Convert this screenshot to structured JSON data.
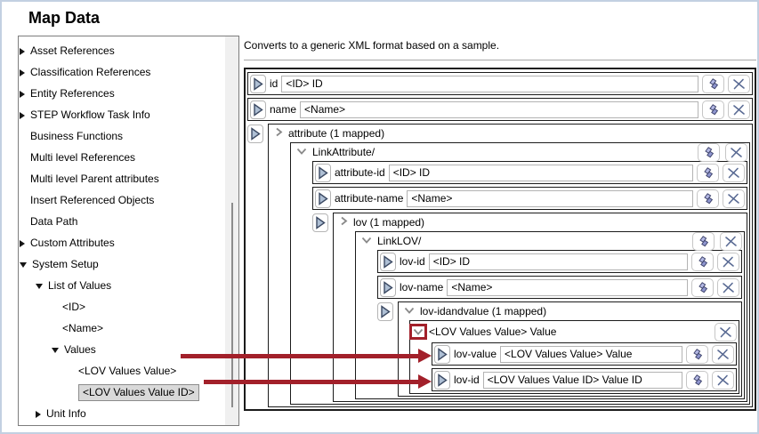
{
  "window": {
    "title": "Map Data"
  },
  "sidebar": {
    "items": [
      {
        "label": "Asset References",
        "state": "collapsed"
      },
      {
        "label": "Classification References",
        "state": "collapsed"
      },
      {
        "label": "Entity References",
        "state": "collapsed"
      },
      {
        "label": "STEP Workflow Task Info",
        "state": "collapsed"
      },
      {
        "label": "Business Functions",
        "state": "none"
      },
      {
        "label": "Multi level References",
        "state": "none"
      },
      {
        "label": "Multi level Parent attributes",
        "state": "none"
      },
      {
        "label": "Insert Referenced Objects",
        "state": "none"
      },
      {
        "label": "Data Path",
        "state": "none"
      },
      {
        "label": "Custom Attributes",
        "state": "collapsed"
      },
      {
        "label": "System Setup",
        "state": "expanded"
      },
      {
        "label": "List of Values",
        "state": "expanded"
      },
      {
        "label": "<ID>",
        "state": "none"
      },
      {
        "label": "<Name>",
        "state": "none"
      },
      {
        "label": "Values",
        "state": "expanded"
      },
      {
        "label": "<LOV Values Value>",
        "state": "none"
      },
      {
        "label": "<LOV Values Value ID>",
        "state": "none",
        "selected": true
      },
      {
        "label": "Unit Info",
        "state": "collapsed"
      }
    ]
  },
  "main": {
    "description": "Converts to a generic XML format based on a sample."
  },
  "map": {
    "rows": {
      "id": {
        "label": "id",
        "value": "<ID> ID"
      },
      "name": {
        "label": "name",
        "value": "<Name>"
      },
      "attribute_header": "attribute (1 mapped)",
      "linkattribute_header": "LinkAttribute/",
      "attribute_id": {
        "label": "attribute-id",
        "value": "<ID> ID"
      },
      "attribute_name": {
        "label": "attribute-name",
        "value": "<Name>"
      },
      "lov_header": "lov (1 mapped)",
      "linklov_header": "LinkLOV/",
      "lov_id": {
        "label": "lov-id",
        "value": "<ID> ID"
      },
      "lov_name": {
        "label": "lov-name",
        "value": "<Name>"
      },
      "lovidandvalue_header": "lov-idandvalue (1 mapped)",
      "lovvalues_header": "<LOV Values Value> Value",
      "lov_value": {
        "label": "lov-value",
        "value": "<LOV Values Value> Value"
      },
      "lov_id2": {
        "label": "lov-id",
        "value": "<LOV Values Value ID> Value ID"
      }
    }
  },
  "colors": {
    "annotation_red": "#a2202a",
    "icon_purple": "#9ba0d8",
    "icon_x_slate": "#5a6b94",
    "selection_bg": "#d9d9d9"
  }
}
